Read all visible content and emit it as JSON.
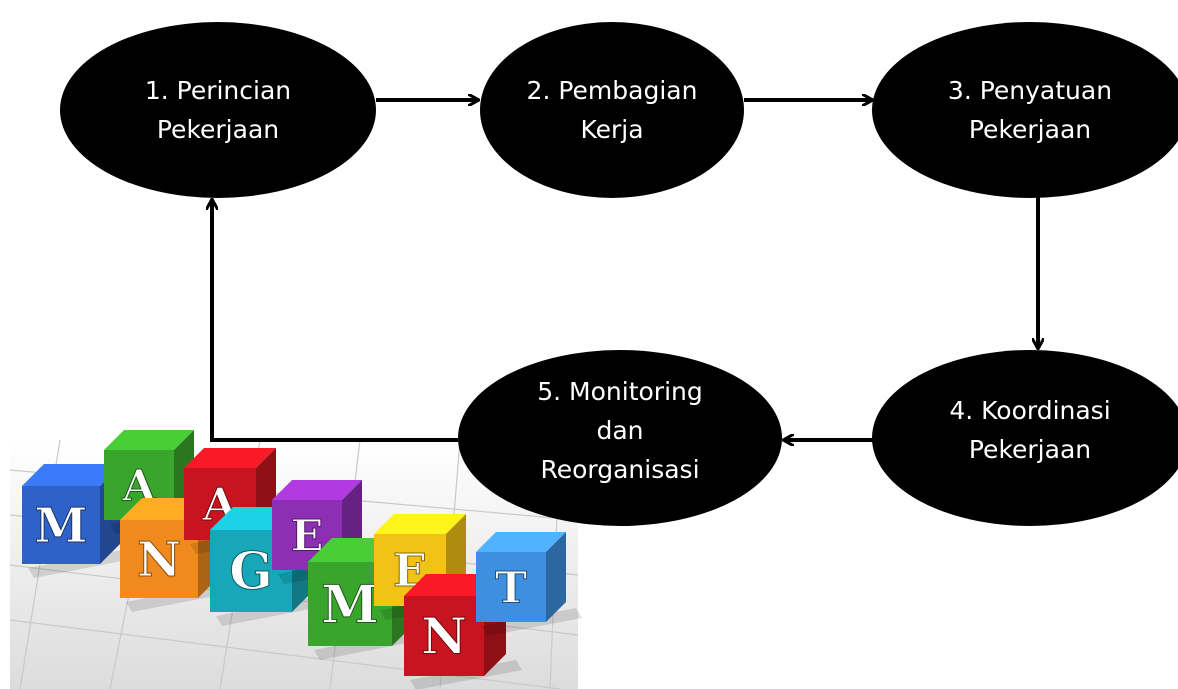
{
  "nodes": [
    {
      "id": "n1",
      "lines": [
        "1. Perincian",
        "Pekerjaan"
      ]
    },
    {
      "id": "n2",
      "lines": [
        "2. Pembagian",
        "Kerja"
      ]
    },
    {
      "id": "n3",
      "lines": [
        "3. Penyatuan",
        "Pekerjaan"
      ]
    },
    {
      "id": "n4",
      "lines": [
        "4. Koordinasi",
        "Pekerjaan"
      ]
    },
    {
      "id": "n5",
      "lines": [
        "5. Monitoring",
        "dan",
        "Reorganisasi"
      ]
    }
  ],
  "edges": [
    {
      "from": "n1",
      "to": "n2"
    },
    {
      "from": "n2",
      "to": "n3"
    },
    {
      "from": "n3",
      "to": "n4"
    },
    {
      "from": "n4",
      "to": "n5"
    },
    {
      "from": "n5",
      "to": "n1"
    }
  ],
  "image": {
    "description_icon": "management-letter-blocks",
    "letters": [
      "M",
      "A",
      "N",
      "A",
      "G",
      "E",
      "M",
      "E",
      "N",
      "T"
    ]
  },
  "colors": {
    "node_fill": "#000000",
    "node_text": "#ffffff",
    "arrow": "#000000",
    "cube_blue": "#2f62c8",
    "cube_green": "#3aa52d",
    "cube_orange": "#f08a1c",
    "cube_red": "#c8141e",
    "cube_teal": "#17a7b8",
    "cube_purple": "#8d2fb5",
    "cube_yellow": "#f2c316",
    "cube_lightblue": "#3f8fe0"
  }
}
